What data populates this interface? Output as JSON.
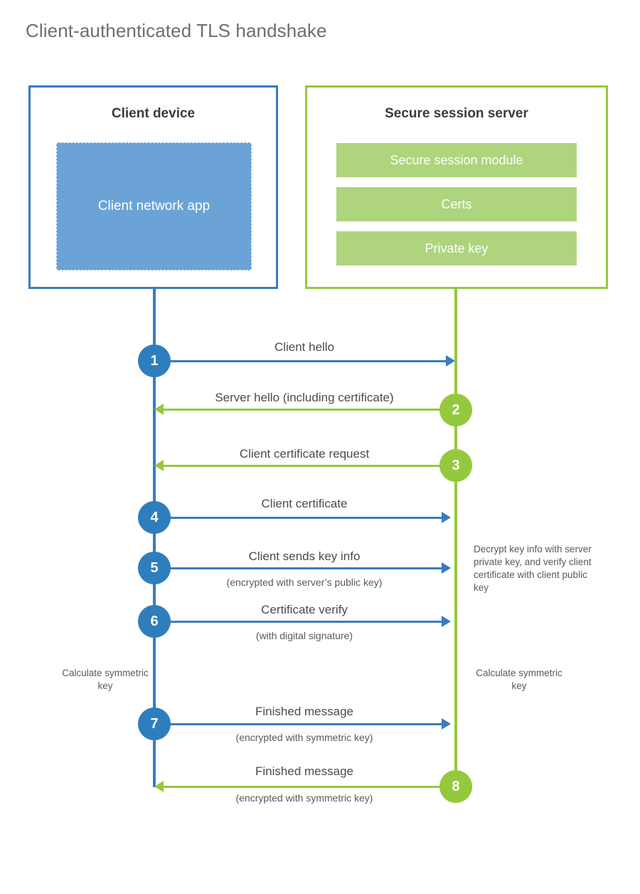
{
  "title": "Client-authenticated TLS handshake",
  "client": {
    "box_title": "Client device",
    "app_label": "Client network app",
    "border_color": "#3a7cbe",
    "app_fill": "#6ba3d6"
  },
  "server": {
    "box_title": "Secure session server",
    "border_color": "#95c93d",
    "module_fill": "#aed47e",
    "modules": [
      {
        "label": "Secure session module"
      },
      {
        "label": "Certs"
      },
      {
        "label": "Private key"
      }
    ]
  },
  "steps": [
    {
      "number": "1",
      "label": "Client hello",
      "sublabel": "",
      "direction": "right",
      "color": "blue"
    },
    {
      "number": "2",
      "label": "Server hello (including certificate)",
      "sublabel": "",
      "direction": "left",
      "color": "green"
    },
    {
      "number": "3",
      "label": "Client certificate request",
      "sublabel": "",
      "direction": "left",
      "color": "green"
    },
    {
      "number": "4",
      "label": "Client certificate",
      "sublabel": "",
      "direction": "right",
      "color": "blue"
    },
    {
      "number": "5",
      "label": "Client sends key info",
      "sublabel": "(encrypted with server’s public key)",
      "direction": "right",
      "color": "blue"
    },
    {
      "number": "6",
      "label": "Certificate verify",
      "sublabel": "(with digital signature)",
      "direction": "right",
      "color": "blue"
    },
    {
      "number": "7",
      "label": "Finished message",
      "sublabel": "(encrypted with symmetric key)",
      "direction": "right",
      "color": "blue"
    },
    {
      "number": "8",
      "label": "Finished message",
      "sublabel": "(encrypted with symmetric key)",
      "direction": "left",
      "color": "green"
    }
  ],
  "notes": {
    "server_decrypt": "Decrypt key info with server private key, and verify client certificate with client public key",
    "client_calculate": "Calculate symmetric key",
    "server_calculate": "Calculate symmetric key"
  }
}
